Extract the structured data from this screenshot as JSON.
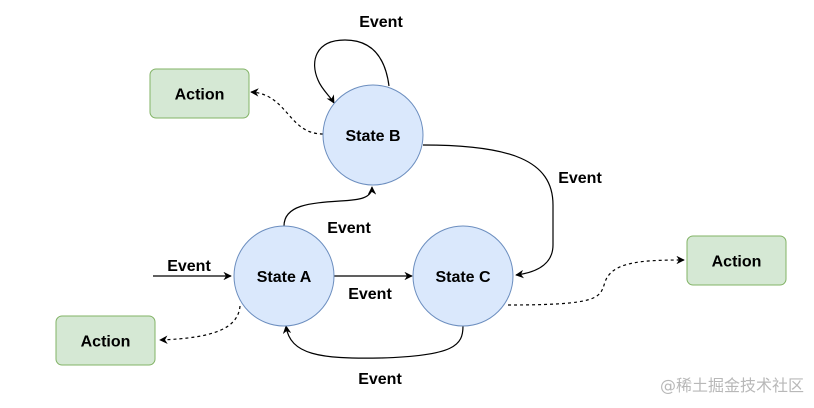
{
  "diagram": {
    "states": {
      "a": "State A",
      "b": "State B",
      "c": "State C"
    },
    "actions": {
      "top_left": "Action",
      "bottom_left": "Action",
      "right": "Action"
    },
    "events": {
      "self_b": "Event",
      "initial": "Event",
      "a_to_b": "Event",
      "a_to_c": "Event",
      "b_to_c": "Event",
      "c_to_a": "Event"
    },
    "colors": {
      "state_fill": "#dae8fc",
      "state_stroke": "#6c8ebf",
      "action_fill": "#d5e8d4",
      "action_stroke": "#82b366",
      "edge": "#000000"
    }
  },
  "watermark": "@稀土掘金技术社区"
}
